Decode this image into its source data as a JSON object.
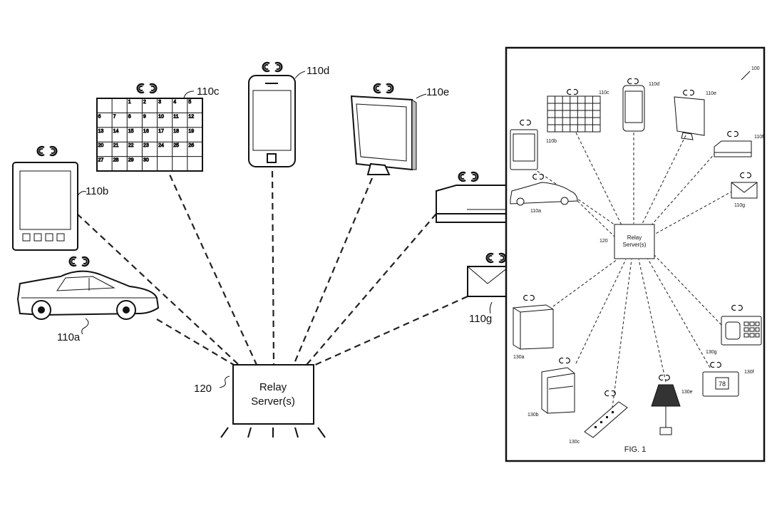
{
  "diagram": {
    "relay_server": {
      "ref": "120",
      "line1": "Relay",
      "line2": "Server(s)"
    },
    "devices": [
      {
        "ref": "110a",
        "icon": "car-icon"
      },
      {
        "ref": "110b",
        "icon": "tablet-icon"
      },
      {
        "ref": "110c",
        "icon": "calendar-icon"
      },
      {
        "ref": "110d",
        "icon": "smartphone-icon"
      },
      {
        "ref": "110e",
        "icon": "monitor-icon"
      },
      {
        "ref": "110g",
        "icon": "envelope-icon"
      }
    ],
    "calendar_days": [
      "1",
      "2",
      "3",
      "4",
      "5",
      "6",
      "7",
      "8",
      "9",
      "10",
      "11",
      "12",
      "13",
      "14",
      "15",
      "16",
      "17",
      "18",
      "19",
      "20",
      "21",
      "22",
      "23",
      "24",
      "25",
      "26",
      "27",
      "28",
      "29",
      "30"
    ]
  },
  "inset": {
    "figure_label": "FIG. 1",
    "corner_ref": "100",
    "relay_server": {
      "ref": "120",
      "line1": "Relay",
      "line2": "Server(s)"
    },
    "devices": [
      "110a",
      "110b",
      "110c",
      "110d",
      "110e",
      "110f",
      "110g"
    ],
    "appliances": [
      {
        "ref": "130a",
        "icon": "dishwasher-icon"
      },
      {
        "ref": "130b",
        "icon": "stove-icon"
      },
      {
        "ref": "130c",
        "icon": "power-strip-icon"
      },
      {
        "ref": "130e",
        "icon": "lamp-icon"
      },
      {
        "ref": "130f",
        "icon": "thermostat-icon"
      },
      {
        "ref": "130g",
        "icon": "alarm-panel-icon"
      }
    ],
    "thermostat_reading": "78"
  }
}
